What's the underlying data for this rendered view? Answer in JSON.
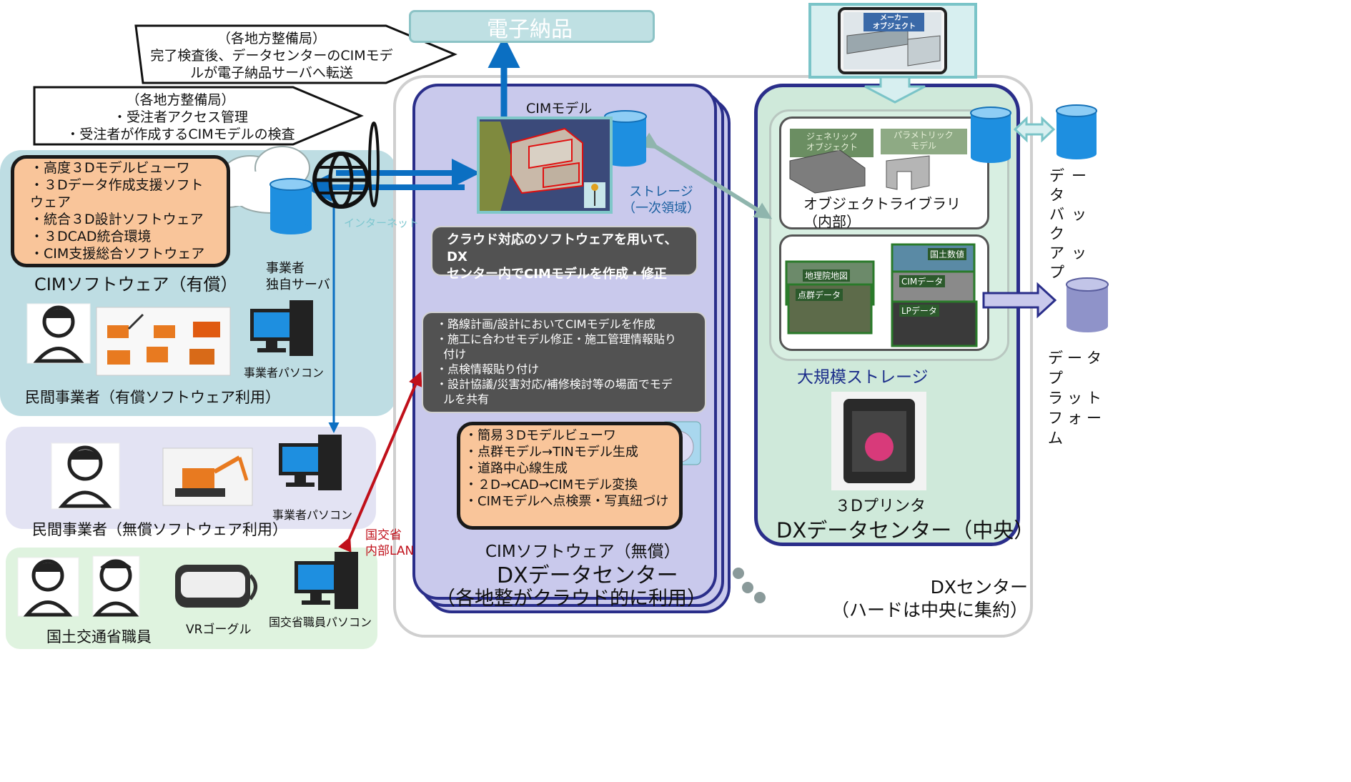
{
  "electronic_delivery": "電子納品",
  "callout_top": "（各地方整備局）\n完了検査後、データセンターのCIMモデ\nルが電子納品サーバへ転送",
  "callout_mid": "（各地方整備局）\n・受注者アクセス管理\n・受注者が作成するCIMモデルの検査",
  "paid_software_list": "・高度３Dモデルビューワ\n・３Dデータ作成支援ソフト\nウェア\n・統合３D設計ソフトウェア\n・３DCAD統合環境\n・CIM支援総合ソフトウェア",
  "paid_software_title": "CIMソフトウェア（有償）",
  "operator_server": "事業者\n独自サーバ",
  "internet": "インターネット",
  "operator_pc_1": "事業者パソコン",
  "private_paid": "民間事業者（有償ソフトウェア利用）",
  "operator_pc_2": "事業者パソコン",
  "private_free": "民間事業者（無償ソフトウェア利用）",
  "mlit_lan": "国交省\n内部LAN",
  "vr_goggle": "VRゴーグル",
  "mlit_pc": "国交省職員パソコン",
  "mlit_staff": "国土交通省職員",
  "cim_model": "CIMモデル",
  "storage_primary": "ストレージ\n（一次領域）",
  "cloud_statement": "クラウド対応のソフトウェアを用いて、DX\nセンター内でCIMモデルを作成・修正",
  "uses_list": "・路線計画/設計においてCIMモデルを作成\n・施工に合わせモデル修正・施工管理情報貼り\n  付け\n・点検情報貼り付け\n・設計協議/災害対応/補修検討等の場面でモデ\n  ルを共有",
  "free_software_list": "・簡易３Dモデルビューワ\n・点群モデル→TINモデル生成\n・道路中心線生成\n・２D→CAD→CIMモデル変換\n・CIMモデルへ点検票・写真紐づけ",
  "free_software_title": "CIMソフトウェア（無償）",
  "regional_dc_title": "DXデータセンター",
  "regional_dc_sub": "（各地整がクラウド的に利用）",
  "maker_object": "メーカー\nオブジェクト",
  "generic_object": "ジェネリック\nオブジェクト",
  "parametric_model": "パラメトリック\nモデル",
  "object_library": "オブジェクトライブラリ\n（内部）",
  "large_storage": "大規模ストレージ",
  "printer_3d": "３Dプリンタ",
  "central_dc": "DXデータセンター（中央）",
  "data_backup": "データ\nバック\nアップ",
  "data_platform": "データプ\nラット\nフォーム",
  "dx_center": "DXセンター\n（ハードは中央に集約）",
  "thumb_labels": [
    "地理院地図",
    "国土数値",
    "CIMデータ",
    "点群データ",
    "LPデータ"
  ],
  "colors": {
    "paid_panel": "#bedde3",
    "free_panel": "#e3e3f3",
    "mlit_panel": "#dff3df",
    "regional_dc": "#c9c9ec",
    "central_dc": "#cfe9da",
    "blue_arrow": "#0b6fc2",
    "red_arrow": "#c0101a"
  }
}
